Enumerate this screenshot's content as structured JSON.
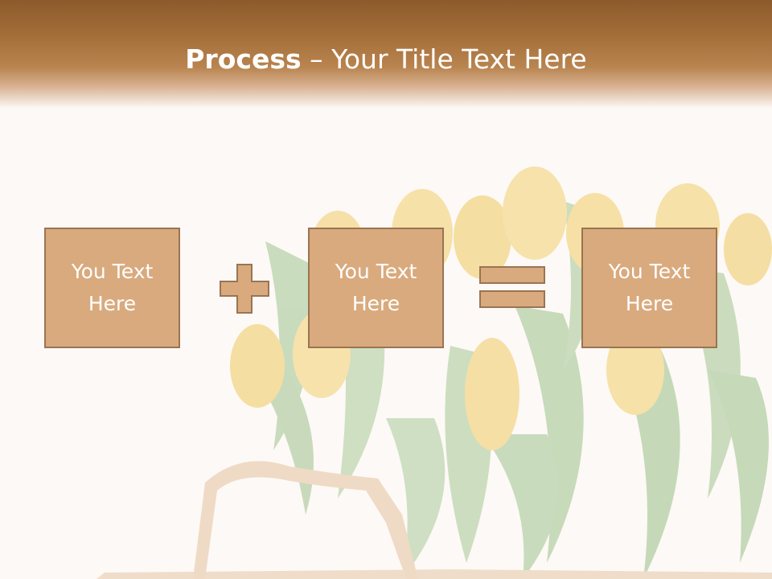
{
  "title": {
    "strong": "Process",
    "rest": " – Your Title Text Here"
  },
  "boxes": [
    {
      "label": "You Text Here"
    },
    {
      "label": "You Text Here"
    },
    {
      "label": "You Text Here"
    }
  ],
  "colors": {
    "header_dark": "#8c5a2b",
    "header_light": "#b9844f",
    "box_fill": "#d9aa7e",
    "box_border": "#9a7452",
    "background": "#fdf9f6"
  },
  "icons": [
    "plus-icon",
    "equals-icon"
  ]
}
